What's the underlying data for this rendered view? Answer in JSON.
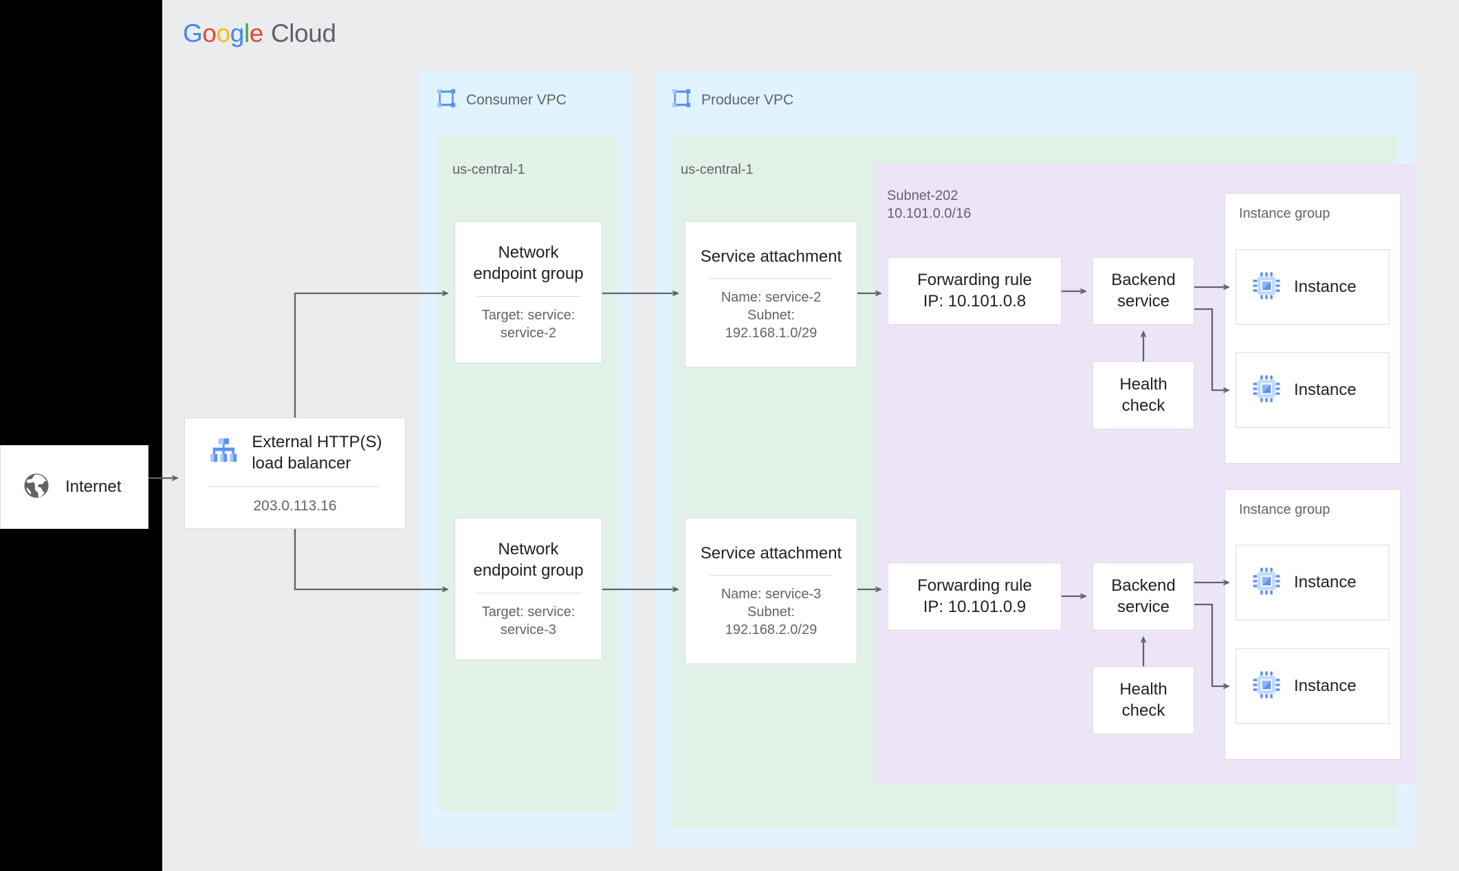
{
  "brand": {
    "word1": "Google",
    "word2": "Cloud"
  },
  "colors": {
    "canvas_bg": "#eaecee",
    "vpc_bg": "#e1f4fd",
    "region_bg": "#e2f1e7",
    "subnet_bg": "#ede5f7",
    "card_bg": "#ffffff",
    "card_border": "#dadce0",
    "wire": "#5f6368",
    "icon_blue": "#5b91f5",
    "icon_blue_light": "#a8c7fa",
    "text_primary": "#202124",
    "text_secondary": "#5f6368"
  },
  "internet": {
    "label": "Internet",
    "icon": "globe-icon"
  },
  "load_balancer": {
    "title": "External HTTP(S)\nload balancer",
    "ip": "203.0.113.16",
    "icon": "load-balancer-icon"
  },
  "consumer_vpc": {
    "label": "Consumer VPC",
    "icon": "vpc-icon",
    "region": "us-central-1",
    "negs": [
      {
        "title": "Network\nendpoint group",
        "sub": "Target: service:\nservice-2"
      },
      {
        "title": "Network\nendpoint group",
        "sub": "Target: service:\nservice-3"
      }
    ]
  },
  "producer_vpc": {
    "label": "Producer VPC",
    "icon": "vpc-icon",
    "region": "us-central-1",
    "service_attachments": [
      {
        "title": "Service attachment",
        "sub": "Name: service-2\nSubnet:\n192.168.1.0/29"
      },
      {
        "title": "Service attachment",
        "sub": "Name: service-3\nSubnet:\n192.168.2.0/29"
      }
    ],
    "subnet": {
      "name": "Subnet-202",
      "cidr": "10.101.0.0/16"
    },
    "stacks": [
      {
        "forwarding_rule": "Forwarding rule\nIP: 10.101.0.8",
        "backend_service": "Backend\nservice",
        "health_check": "Health\ncheck",
        "instance_group": {
          "label": "Instance group",
          "instances": [
            {
              "label": "Instance",
              "icon": "instance-chip-icon"
            },
            {
              "label": "Instance",
              "icon": "instance-chip-icon"
            }
          ]
        }
      },
      {
        "forwarding_rule": "Forwarding rule\nIP: 10.101.0.9",
        "backend_service": "Backend\nservice",
        "health_check": "Health\ncheck",
        "instance_group": {
          "label": "Instance group",
          "instances": [
            {
              "label": "Instance",
              "icon": "instance-chip-icon"
            },
            {
              "label": "Instance",
              "icon": "instance-chip-icon"
            }
          ]
        }
      }
    ]
  }
}
